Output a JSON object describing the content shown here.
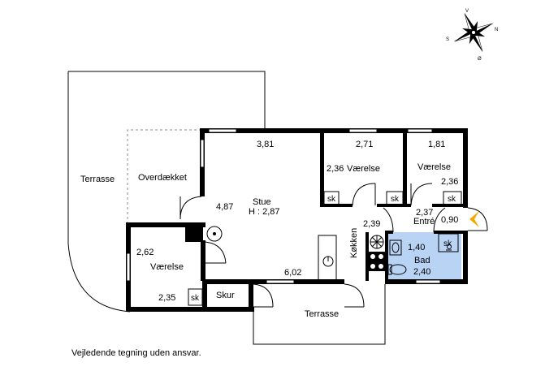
{
  "disclaimer": "Vejledende tegning uden ansvar.",
  "compass": {
    "n": "N",
    "s": "S",
    "v": "V",
    "o": "Ø"
  },
  "rooms": {
    "terrasse_west": "Terrasse",
    "overdaekket": "Overdækket",
    "stue_name": "Stue",
    "stue_height": "H : 2,87",
    "stue_width": "3,81",
    "stue_depth": "4,87",
    "stue_south": "6,02",
    "vaer1_name": "Værelse",
    "vaer1_width": "2,71",
    "vaer1_depth": "2,36",
    "vaer2_name": "Værelse",
    "vaer2_width": "1,81",
    "vaer2_depth": "2,36",
    "entre_name": "Entré",
    "entre_depth": "2,37",
    "entre_width": "0,90",
    "koekken_name": "Køkken",
    "koekken_width": "2,39",
    "bad_name": "Bad",
    "bad_width": "1,40",
    "bad_depth": "2,40",
    "vaer3_name": "Værelse",
    "vaer3_depth": "2,62",
    "vaer3_width": "2,35",
    "skur_name": "Skur",
    "terrasse_south": "Terrasse"
  },
  "closets": {
    "label": "sk"
  },
  "colors": {
    "wall": "#000000",
    "bathroom": "#b9d3f5",
    "entrance_arrow": "#f6a800"
  }
}
